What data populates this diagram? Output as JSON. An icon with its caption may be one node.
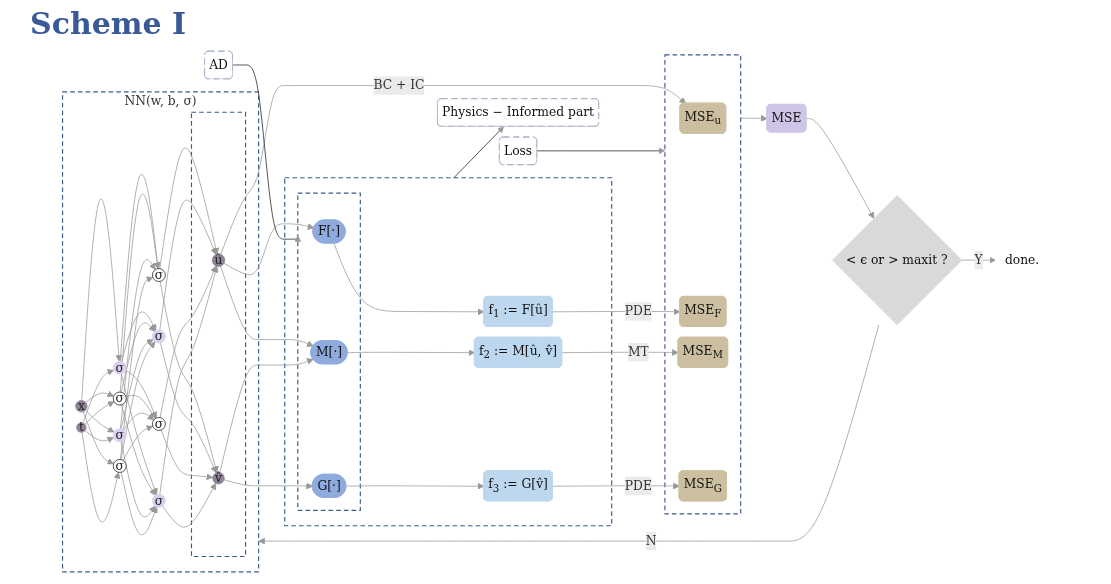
{
  "diagram": {
    "title": "Scheme I",
    "nodes": [
      {
        "text": [
          "NN(w, b, σ)"
        ]
      },
      {
        "text": [
          "x"
        ],
        "in": 0
      },
      {
        "text": [
          "t"
        ],
        "in": 0
      },
      {
        "text": [
          "σ"
        ],
        "in": 0
      },
      {
        "text": [
          "σ"
        ],
        "in": 0
      },
      {
        "text": [
          "σ"
        ],
        "in": 0
      },
      {
        "text": [
          "σ"
        ],
        "in": 0
      },
      {
        "text": [
          "σ"
        ],
        "in": 0
      },
      {
        "text": [
          "σ"
        ],
        "in": 0
      },
      {
        "text": [
          "σ"
        ],
        "in": 0
      },
      {
        "text": [
          "σ"
        ],
        "in": 0
      },
      {
        "text": [],
        "shape": "box",
        "in": 0
      },
      {
        "text": [
          "û"
        ],
        "in": 11
      },
      {
        "text": [
          "v̂"
        ],
        "in": 11
      },
      {
        "text": [],
        "shape": "box"
      },
      {
        "text": [],
        "shape": "box",
        "in": 14
      },
      {
        "text": [
          "F[·]"
        ],
        "in": 15
      },
      {
        "text": [
          "M[·]"
        ],
        "in": 15
      },
      {
        "text": [
          "G[·]"
        ],
        "in": 15
      },
      {
        "text": [
          "f$_{1}$ := F[û]"
        ],
        "in": 14
      },
      {
        "text": [
          "f$_{2}$ := M[û, v̂]"
        ],
        "in": 14
      },
      {
        "text": [
          "f$_{3}$ := G[v̂]"
        ],
        "in": 14
      },
      {
        "text": [],
        "shape": "box"
      },
      {
        "text": [
          "MSE$_{u}$"
        ],
        "in": 22
      },
      {
        "text": [
          "MSE$_{F}$"
        ],
        "in": 22
      },
      {
        "text": [
          "MSE$_{M}$"
        ],
        "in": 22
      },
      {
        "text": [
          "MSE$_{G}$"
        ],
        "in": 22
      },
      {
        "text": [
          "Physics − Informed part"
        ]
      },
      {
        "text": [
          "AD"
        ]
      },
      {
        "text": [
          "Loss"
        ]
      },
      {
        "text": [
          "MSE"
        ]
      },
      {
        "text": [
          "< ϵ or > maxit ?"
        ]
      },
      {
        "text": [
          "done."
        ]
      }
    ],
    "edges": [
      {
        "from": 1,
        "to": 3,
        "arrow": "to"
      },
      {
        "from": 1,
        "to": 4,
        "arrow": "to"
      },
      {
        "from": 1,
        "to": 5,
        "arrow": "to"
      },
      {
        "from": 1,
        "to": 6,
        "arrow": "to"
      },
      {
        "from": 2,
        "to": 3,
        "arrow": "to"
      },
      {
        "from": 2,
        "to": 4,
        "arrow": "to"
      },
      {
        "from": 2,
        "to": 5,
        "arrow": "to"
      },
      {
        "from": 2,
        "to": 6,
        "arrow": "to"
      },
      {
        "from": 3,
        "to": 7,
        "arrow": "to"
      },
      {
        "from": 3,
        "to": 8,
        "arrow": "to"
      },
      {
        "from": 3,
        "to": 9,
        "arrow": "to"
      },
      {
        "from": 3,
        "to": 10,
        "arrow": "to"
      },
      {
        "from": 4,
        "to": 7,
        "arrow": "to"
      },
      {
        "from": 4,
        "to": 8,
        "arrow": "to"
      },
      {
        "from": 4,
        "to": 9,
        "arrow": "to"
      },
      {
        "from": 4,
        "to": 10,
        "arrow": "to"
      },
      {
        "from": 5,
        "to": 7,
        "arrow": "to"
      },
      {
        "from": 5,
        "to": 8,
        "arrow": "to"
      },
      {
        "from": 5,
        "to": 9,
        "arrow": "to"
      },
      {
        "from": 5,
        "to": 10,
        "arrow": "to"
      },
      {
        "from": 6,
        "to": 7,
        "arrow": "to"
      },
      {
        "from": 6,
        "to": 8,
        "arrow": "to"
      },
      {
        "from": 6,
        "to": 9,
        "arrow": "to"
      },
      {
        "from": 6,
        "to": 10,
        "arrow": "to"
      },
      {
        "from": 7,
        "to": 12,
        "arrow": "to"
      },
      {
        "from": 7,
        "to": 13,
        "arrow": "to"
      },
      {
        "from": 8,
        "to": 12,
        "arrow": "to"
      },
      {
        "from": 8,
        "to": 13,
        "arrow": "to"
      },
      {
        "from": 9,
        "to": 12,
        "arrow": "to"
      },
      {
        "from": 9,
        "to": 13,
        "arrow": "to"
      },
      {
        "from": 10,
        "to": 12,
        "arrow": "to"
      },
      {
        "from": 10,
        "to": 13,
        "arrow": "to"
      },
      {
        "from": 12,
        "to": 16,
        "arrow": "to"
      },
      {
        "from": 12,
        "to": 17,
        "arrow": "to"
      },
      {
        "from": 13,
        "to": 17,
        "arrow": "to"
      },
      {
        "from": 13,
        "to": 18,
        "arrow": "to"
      },
      {
        "from": 16,
        "to": 19,
        "arrow": "to"
      },
      {
        "from": 17,
        "to": 20,
        "arrow": "to"
      },
      {
        "from": 18,
        "to": 21,
        "arrow": "to"
      },
      {
        "from": 12,
        "to": 23,
        "label": "BC + IC",
        "arrow": "to"
      },
      {
        "from": 19,
        "to": 24,
        "label": "PDE",
        "arrow": "to"
      },
      {
        "from": 20,
        "to": 25,
        "label": "MT",
        "arrow": "to"
      },
      {
        "from": 21,
        "to": 26,
        "label": "PDE",
        "arrow": "to"
      },
      {
        "from": 14,
        "to": 27,
        "arrow": "to",
        "color": "#222222"
      },
      {
        "from": 28,
        "to": 15,
        "arrow": "to",
        "color": "#222222"
      },
      {
        "from": 29,
        "to": 22,
        "arrow": "to",
        "color": "#222222"
      },
      {
        "from": 22,
        "to": 30,
        "arrow": "to"
      },
      {
        "from": 30,
        "to": 31,
        "arrow": "to"
      },
      {
        "from": 31,
        "to": 0,
        "label": "N",
        "arrow": "to"
      },
      {
        "from": 31,
        "to": 32,
        "label": "Y",
        "arrow": "to"
      }
    ]
  }
}
